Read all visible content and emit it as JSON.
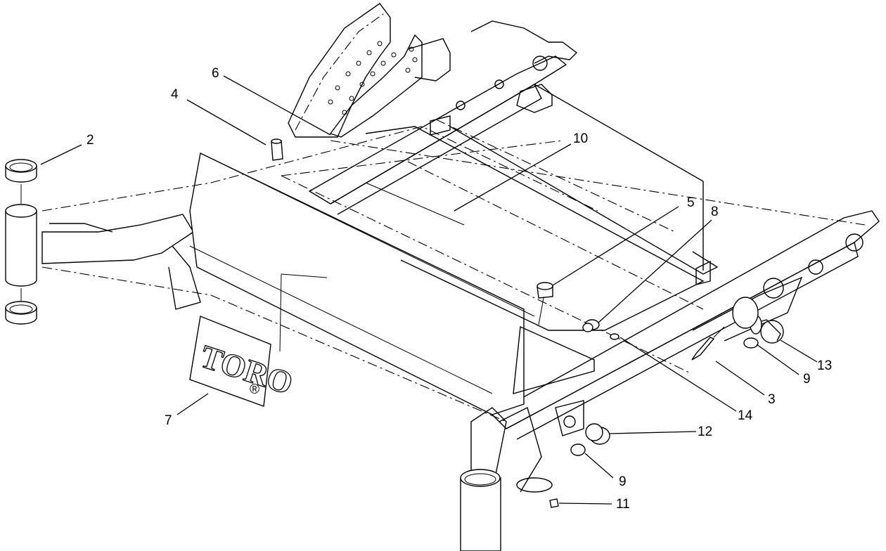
{
  "diagram": {
    "callouts": {
      "c1": "2",
      "c2": "4",
      "c3": "6",
      "c4": "10",
      "c5": "5",
      "c6": "8",
      "c7": "13",
      "c8": "9",
      "c9": "3",
      "c10": "14",
      "c11": "12",
      "c12": "9",
      "c13": "11",
      "c14": "7"
    },
    "logo": {
      "text": "TORO",
      "mark": "®"
    }
  }
}
